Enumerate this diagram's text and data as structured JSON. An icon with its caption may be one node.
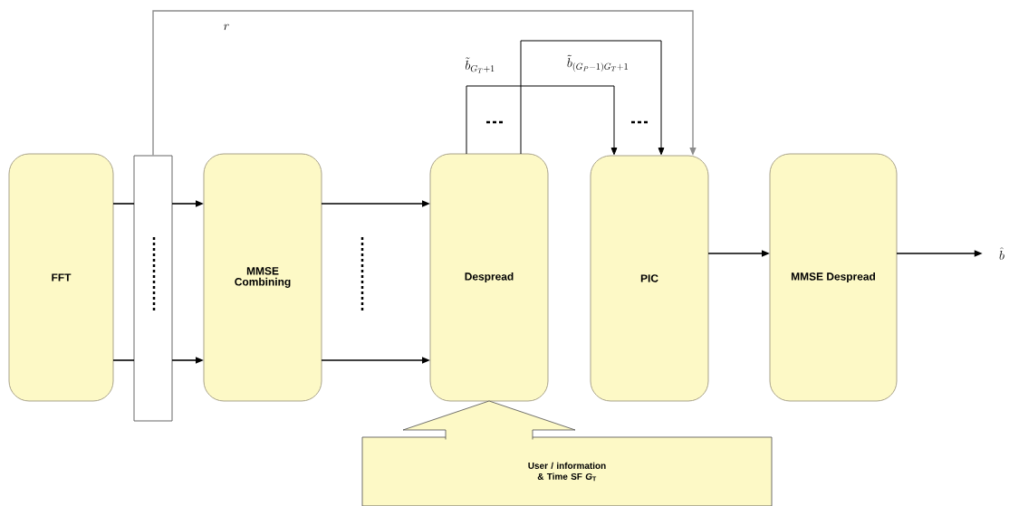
{
  "diagram": {
    "nodes": [
      {
        "text": [
          "FFT"
        ]
      },
      {
        "text": [],
        "shape": "bar"
      },
      {
        "text": [
          "MMSE Combining"
        ]
      },
      {
        "text": [
          "Despread"
        ]
      },
      {
        "text": [
          "PIC"
        ]
      },
      {
        "text": [
          "MMSE Despread"
        ]
      },
      {
        "text": [
          "\\hat{b}"
        ]
      },
      {
        "text": [
          "User / information & Time SF *G*$_{T}$"
        ]
      }
    ],
    "edges": [
      {
        "from": 0,
        "to": 1,
        "arrow": "none"
      },
      {
        "from": 1,
        "to": 2,
        "arrow": "to"
      },
      {
        "from": 0,
        "to": 1,
        "arrow": "none"
      },
      {
        "from": 1,
        "to": 2,
        "arrow": "to"
      },
      {
        "from": 1,
        "to": 4,
        "arrow": "to",
        "label": "r",
        "color": "#8c8c8c"
      },
      {
        "from": 2,
        "to": 3,
        "arrow": "to"
      },
      {
        "from": 2,
        "to": 3,
        "arrow": "to"
      },
      {
        "from": 3,
        "to": 4,
        "arrow": "to",
        "label": "\\tilde{b}_{G_T+1}"
      },
      {
        "from": 3,
        "to": 4,
        "arrow": "to",
        "label": "\\tilde{b}_{(G_P-1)G_T+1}"
      },
      {
        "from": 4,
        "to": 5,
        "arrow": "to"
      },
      {
        "from": 5,
        "to": 6,
        "arrow": "to"
      },
      {
        "from": 7,
        "to": 3,
        "arrow": "to"
      }
    ]
  }
}
